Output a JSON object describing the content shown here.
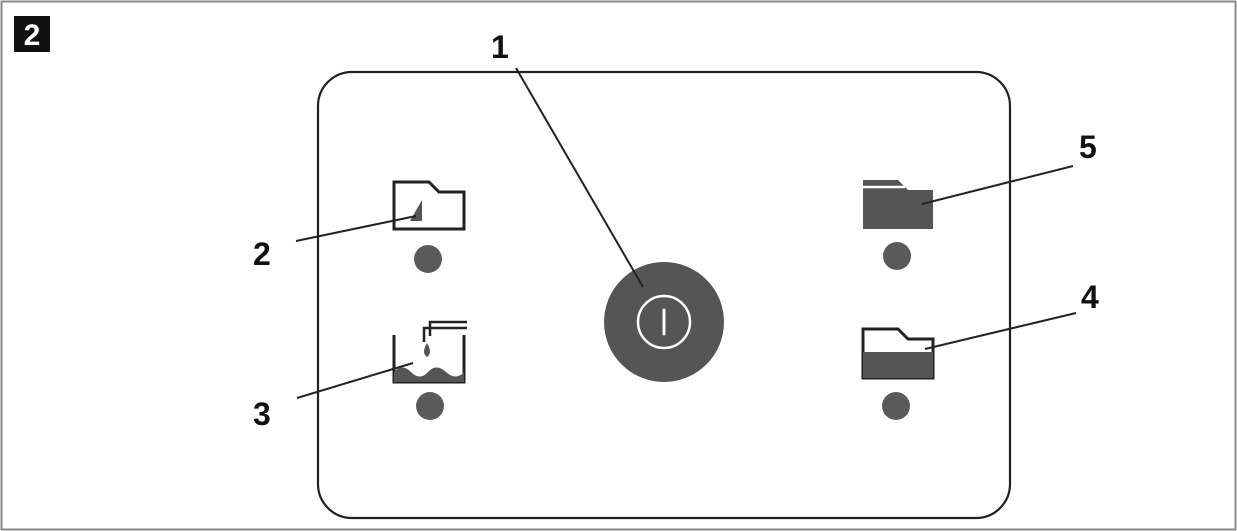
{
  "figure": {
    "badge": "2",
    "callouts": {
      "power": "1",
      "left_top": "2",
      "left_bottom": "3",
      "right_bottom": "4",
      "right_top": "5"
    }
  },
  "icons": {
    "power": "power-button-icon",
    "left_top": "panel-card-outline-icon",
    "left_bottom": "water-tank-refill-icon",
    "right_top": "container-full-icon",
    "right_bottom": "container-partly-filled-icon"
  },
  "colors": {
    "line": "#222222",
    "indicator": "#5a5a5a",
    "power_button": "#555555",
    "fill_dark": "#555555",
    "frame": "#888888",
    "badge_bg": "#111111"
  }
}
